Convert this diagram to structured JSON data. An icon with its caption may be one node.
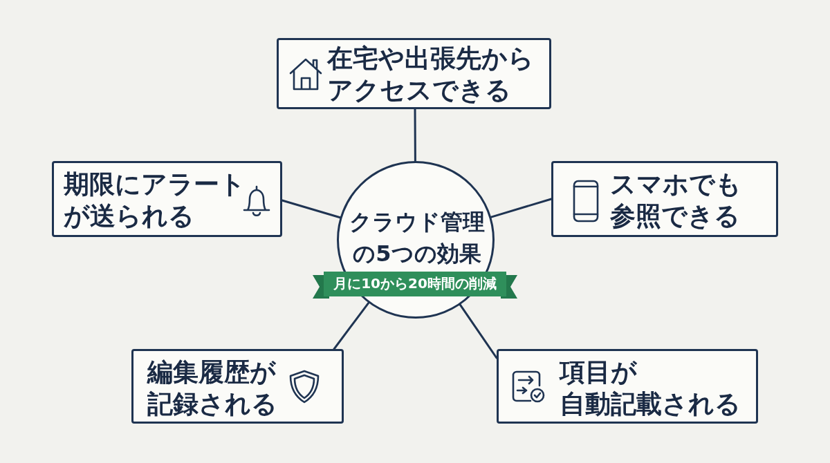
{
  "diagram": {
    "nodes": [
      {
        "text": [
          "クラウド管理の5つの効果"
        ]
      },
      {
        "text": [
          "月に10から20時間の削減"
        ]
      },
      {
        "text": [
          "在宅や出張先からアクセスできる"
        ]
      },
      {
        "text": [
          "期限にアラートが送られる"
        ]
      },
      {
        "text": [
          "スマホでも参照できる"
        ]
      },
      {
        "text": [
          "編集履歴が記録される"
        ]
      },
      {
        "text": [
          "項目が自動記載される"
        ]
      }
    ],
    "edges": [
      {
        "from": 0,
        "to": 2,
        "arrow": "none"
      },
      {
        "from": 0,
        "to": 3,
        "arrow": "none"
      },
      {
        "from": 0,
        "to": 4,
        "arrow": "none"
      },
      {
        "from": 0,
        "to": 5,
        "arrow": "none"
      },
      {
        "from": 0,
        "to": 6,
        "arrow": "none"
      }
    ]
  }
}
